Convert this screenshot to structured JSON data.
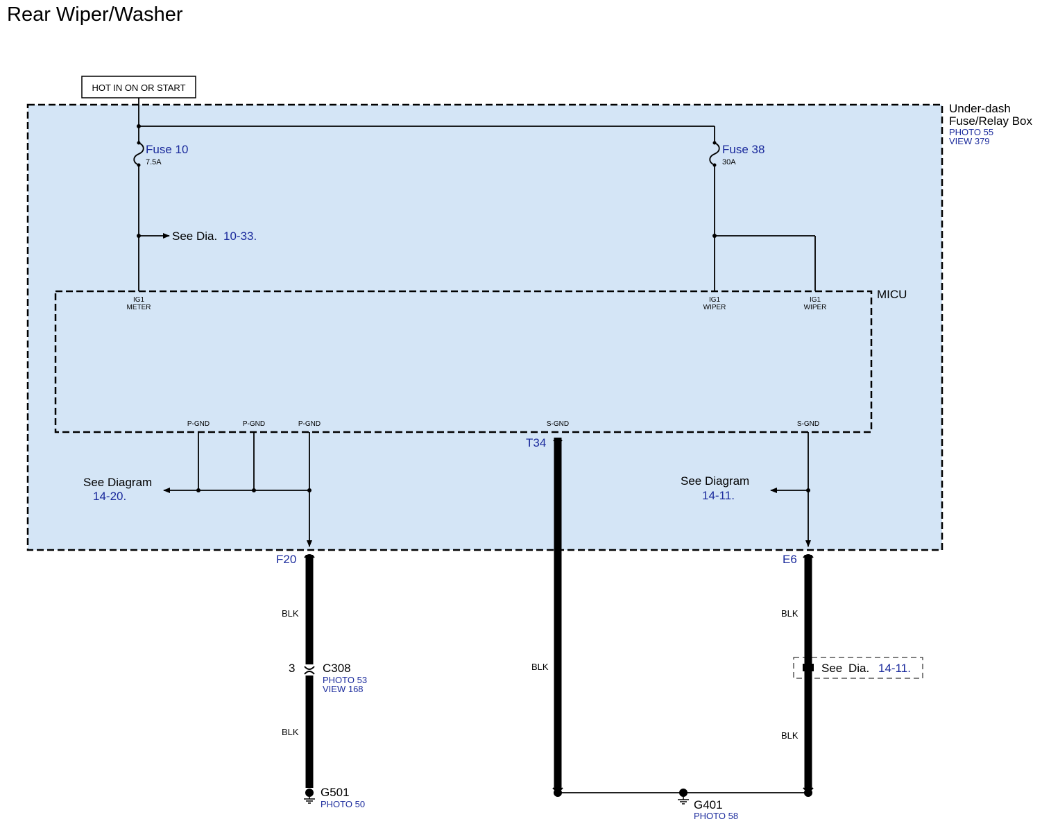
{
  "title": "Rear Wiper/Washer",
  "hot_label": "HOT IN ON OR START",
  "fuse_box": {
    "name_line1": "Under-dash",
    "name_line2": "Fuse/Relay Box",
    "photo": "PHOTO 55",
    "view": "VIEW 379"
  },
  "fuses": [
    {
      "name": "Fuse 10",
      "rating": "7.5A"
    },
    {
      "name": "Fuse 38",
      "rating": "30A"
    }
  ],
  "see_dia_1": {
    "prefix": "See Dia.",
    "ref": "10-33."
  },
  "micu": {
    "name": "MICU",
    "pins_top": [
      {
        "l1": "IG1",
        "l2": "METER"
      },
      {
        "l1": "IG1",
        "l2": "WIPER"
      },
      {
        "l1": "IG1",
        "l2": "WIPER"
      }
    ],
    "pins_bottom": [
      "P-GND",
      "P-GND",
      "P-GND",
      "S-GND",
      "S-GND"
    ]
  },
  "see_diagram_left": {
    "prefix": "See Diagram",
    "ref": "14-20."
  },
  "see_diagram_right": {
    "prefix": "See Diagram",
    "ref": "14-11."
  },
  "terminals": {
    "f20": "F20",
    "t34": "T34",
    "e6": "E6"
  },
  "wire_colors": {
    "w1": "BLK",
    "w2": "BLK",
    "w3": "BLK",
    "w4": "BLK",
    "w5": "BLK"
  },
  "connector_c308": {
    "pin": "3",
    "name": "C308",
    "photo": "PHOTO 53",
    "view": "VIEW 168"
  },
  "see_dia_2": {
    "prefix": "See",
    "mid": "Dia.",
    "ref": "14-11."
  },
  "ground_g501": {
    "name": "G501",
    "photo": "PHOTO 50"
  },
  "ground_g401": {
    "name": "G401",
    "photo": "PHOTO 58"
  },
  "colors": {
    "box_fill": "#d4e5f6",
    "wire": "#000000",
    "ref_blue": "#1a2a9c"
  }
}
